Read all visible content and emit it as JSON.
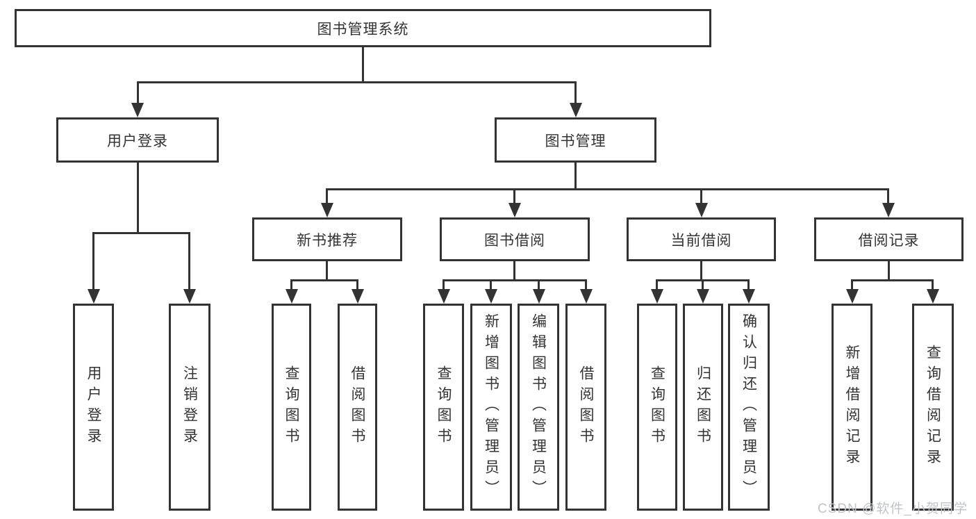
{
  "title": "图书管理系统",
  "tree": {
    "label": "图书管理系统",
    "children": [
      {
        "label": "用户登录",
        "children": [
          {
            "label": "用户登录"
          },
          {
            "label": "注销登录"
          }
        ]
      },
      {
        "label": "图书管理",
        "children": [
          {
            "label": "新书推荐",
            "children": [
              {
                "label": "查询图书"
              },
              {
                "label": "借阅图书"
              }
            ]
          },
          {
            "label": "图书借阅",
            "children": [
              {
                "label": "查询图书"
              },
              {
                "label": "新增图书（管理员）"
              },
              {
                "label": "编辑图书（管理员）"
              },
              {
                "label": "借阅图书"
              }
            ]
          },
          {
            "label": "当前借阅",
            "children": [
              {
                "label": "查询图书"
              },
              {
                "label": "归还图书"
              },
              {
                "label": "确认归还（管理员）"
              }
            ]
          },
          {
            "label": "借阅记录",
            "children": [
              {
                "label": "新增借阅记录"
              },
              {
                "label": "查询借阅记录"
              }
            ]
          }
        ]
      }
    ]
  },
  "watermark": {
    "text": "CSDN @软件_小贺同学"
  },
  "colors": {
    "line": "#333333",
    "text": "#333333",
    "watermark": "#c0c4ca",
    "background": "#ffffff"
  }
}
